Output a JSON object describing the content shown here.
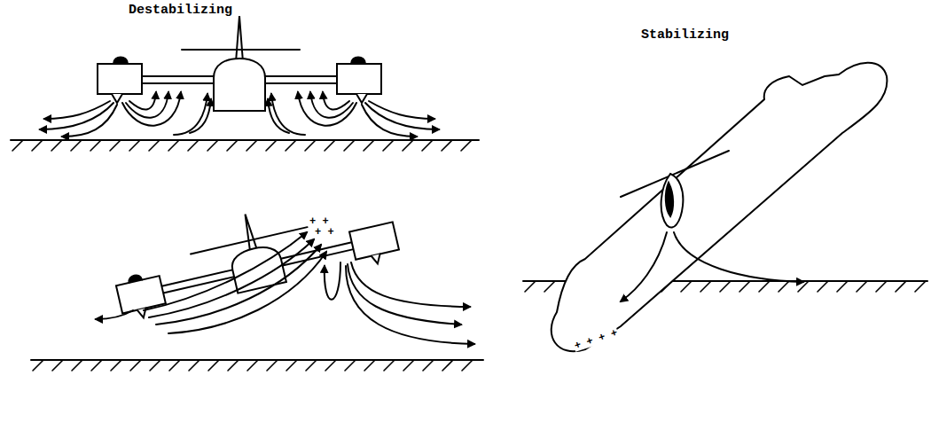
{
  "diagram": {
    "labels": [
      "Destabilizing",
      "Stabilizing",
      "+ +",
      "+ +",
      "+ + + +"
    ]
  }
}
